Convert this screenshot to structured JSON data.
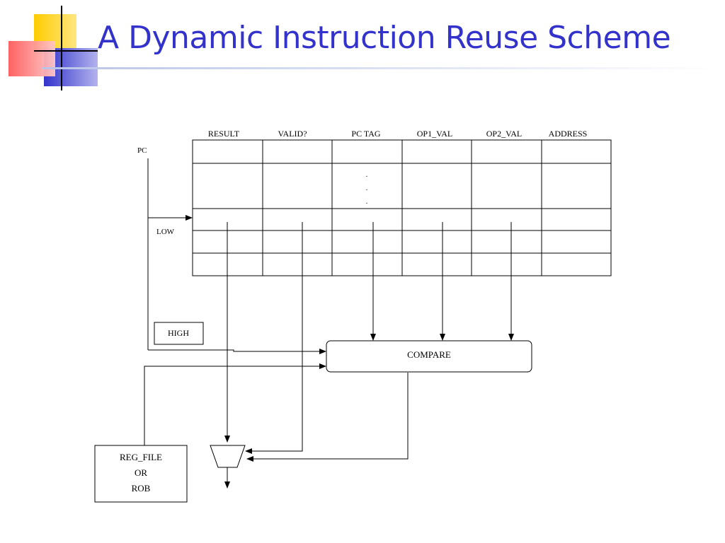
{
  "slide": {
    "title": "A Dynamic Instruction Reuse Scheme"
  },
  "diagram": {
    "columns": [
      "RESULT",
      "VALID?",
      "PC TAG",
      "OP1_VAL",
      "OP2_VAL",
      "ADDRESS"
    ],
    "pc_label": "PC",
    "low_label": "LOW",
    "high_label": "HIGH",
    "compare_label": "COMPARE",
    "regfile_lines": [
      "REG_FILE",
      "OR",
      "ROB"
    ],
    "ellipsis_dots": [
      ".",
      ".",
      "."
    ]
  },
  "colors": {
    "title": "#3333cc",
    "logo_yellow": "#ffcc00",
    "logo_red": "#ff6666",
    "logo_blue": "#3333cc",
    "line": "#000000"
  }
}
